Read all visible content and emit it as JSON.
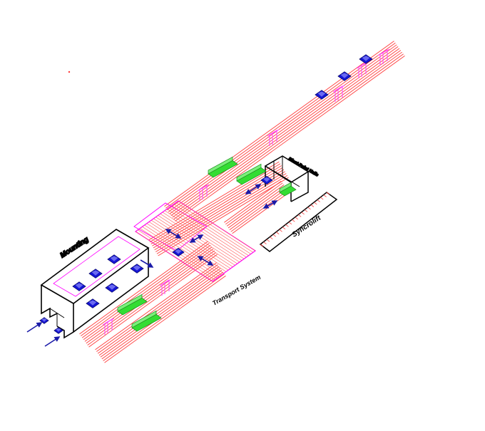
{
  "labels": {
    "mounting": "Mounting",
    "transport_system": "Transport System",
    "syncrolift": "Syncrolift",
    "blast_paint_halls": "Blast-Paint Halls"
  },
  "colors": {
    "rails": "#ff3b3b",
    "platform": "#ff00ff",
    "section_blue": "#1515d6",
    "section_green": "#33dd33",
    "arrow": "#1a1aa8",
    "building": "#000000",
    "crane": "#ff44ff"
  },
  "icons": [
    "arrow-icon",
    "crane-icon"
  ]
}
